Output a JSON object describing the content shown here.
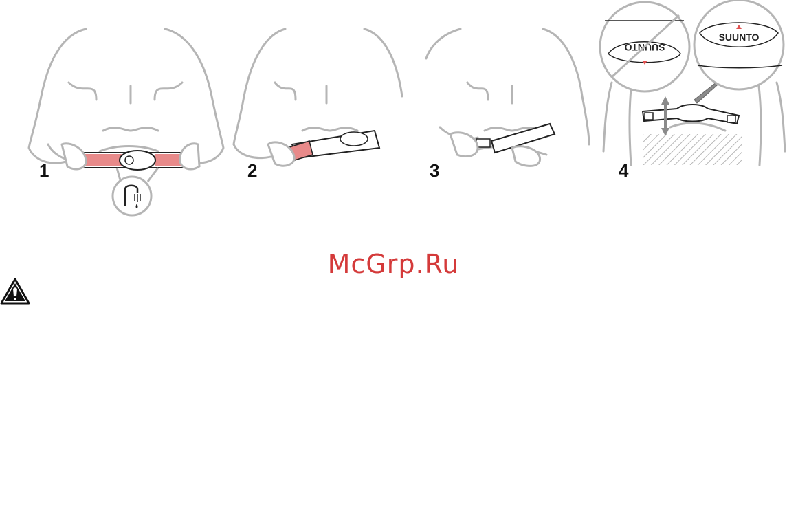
{
  "steps": [
    {
      "number": "1"
    },
    {
      "number": "2"
    },
    {
      "number": "3"
    },
    {
      "number": "4"
    }
  ],
  "zoom": {
    "correct_label": "SUUNTO",
    "incorrect_label": "SUUNTO"
  },
  "watermark": "McGrp.Ru",
  "colors": {
    "line": "#b5b5b5",
    "accent": "#e05050",
    "arrow": "#8a8a8a",
    "watermark": "#d43a3a"
  },
  "icons": [
    "wet-electrodes-icon",
    "warning-icon"
  ]
}
